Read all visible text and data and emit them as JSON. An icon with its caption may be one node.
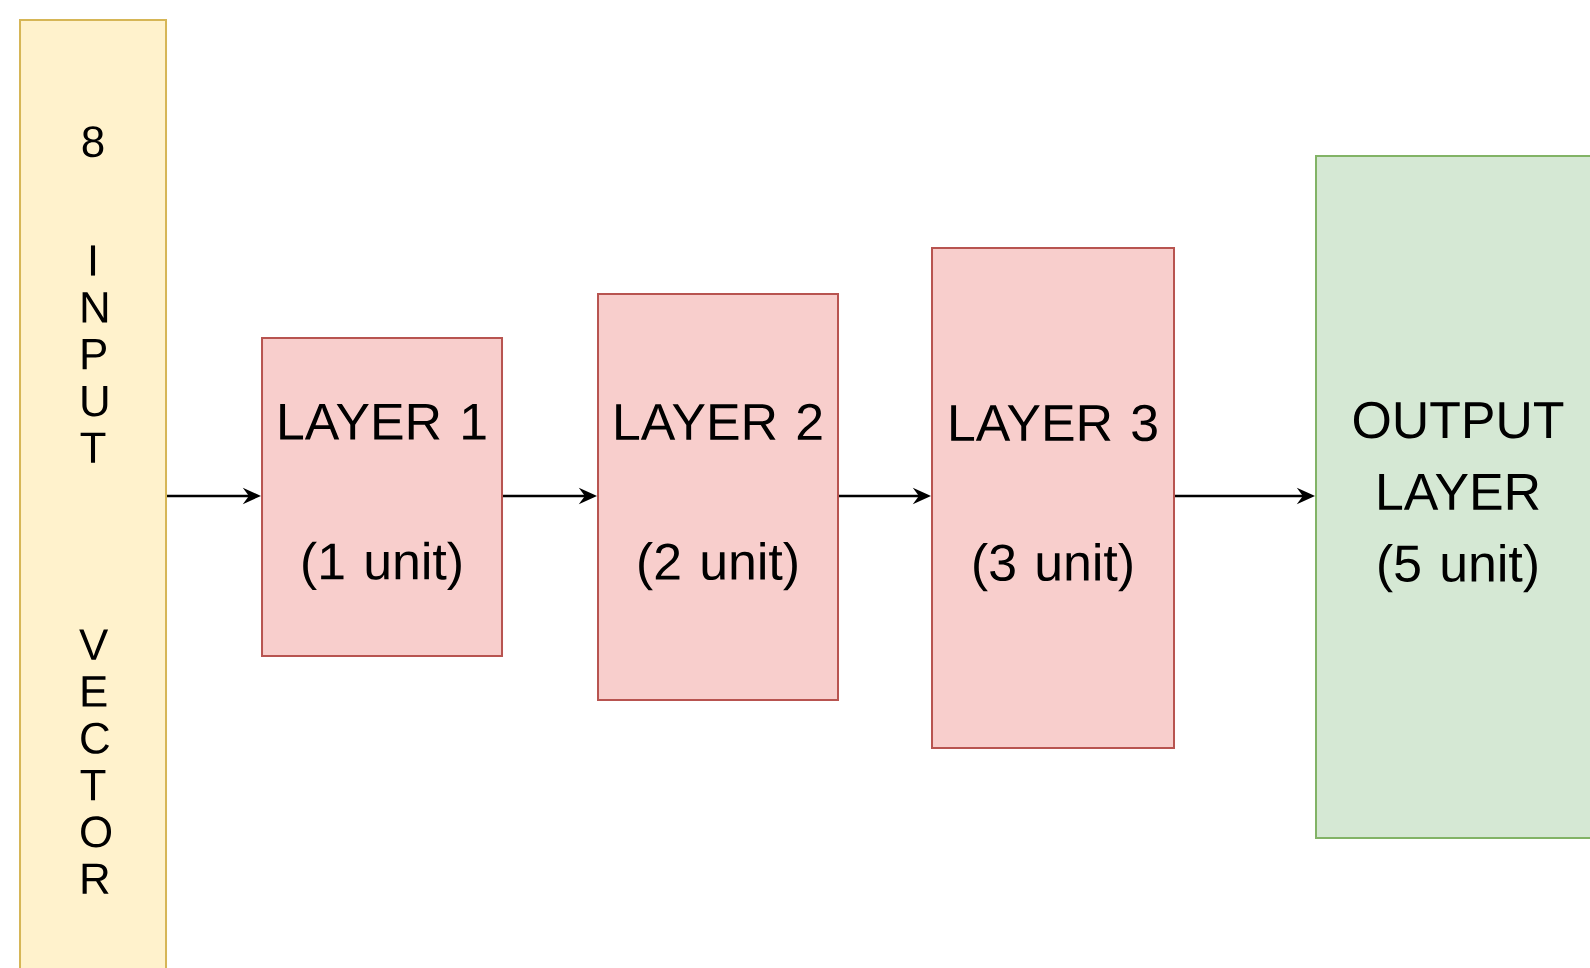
{
  "diagram": {
    "nodes": [
      {
        "text": [
          "8",
          "I N P U T",
          "V E C T O R"
        ]
      },
      {
        "text": [
          "LAYER 1",
          "(1 unit)"
        ]
      },
      {
        "text": [
          "LAYER 2",
          "(2 unit)"
        ]
      },
      {
        "text": [
          "LAYER 3",
          "(3 unit)"
        ]
      },
      {
        "text": [
          "OUTPUT LAYER (5 unit)"
        ]
      }
    ],
    "edges": [
      {
        "from": 0,
        "to": 1,
        "arrow": "to"
      },
      {
        "from": 1,
        "to": 2,
        "arrow": "to"
      },
      {
        "from": 2,
        "to": 3,
        "arrow": "to"
      },
      {
        "from": 3,
        "to": 4,
        "arrow": "to"
      }
    ]
  }
}
